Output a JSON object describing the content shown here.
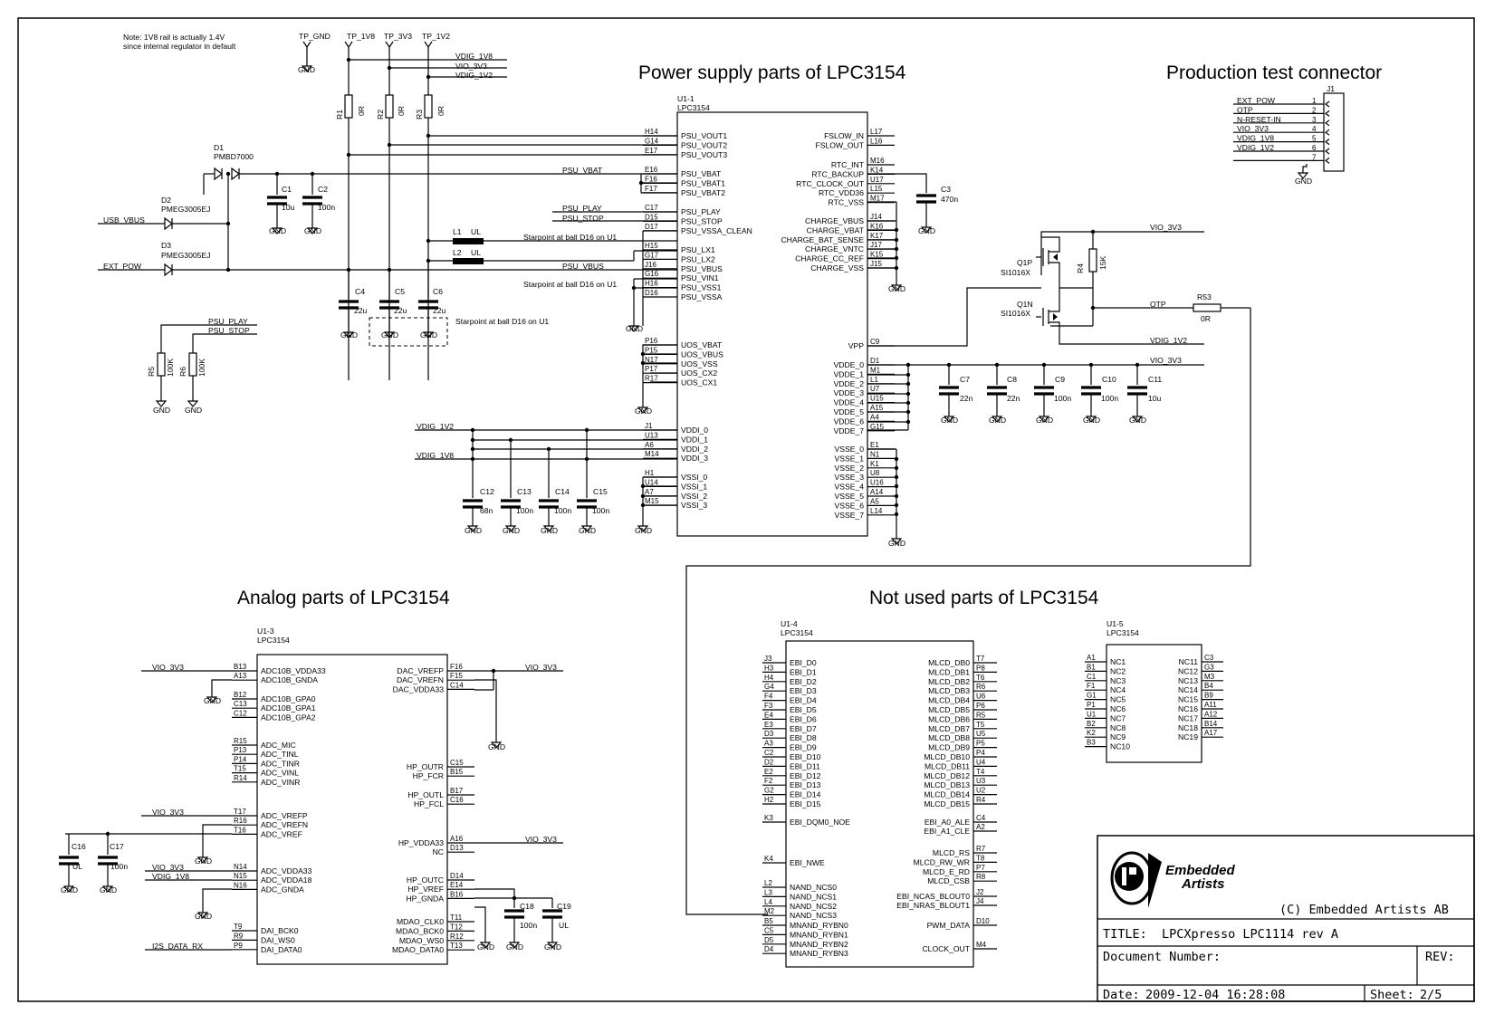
{
  "sheet": {
    "note_lines": [
      "Note: 1V8 rail is actually 1.4V",
      "since internal regulator in default"
    ],
    "starpoint": "Starpoint at ball D16 on U1"
  },
  "sections": {
    "power": "Power supply parts of LPC3154",
    "production": "Production test connector",
    "analog": "Analog parts of LPC3154",
    "unused": "Not used parts of LPC3154"
  },
  "u1_1": {
    "ref": "U1-1",
    "part": "LPC3154",
    "left_pins": [
      [
        "H14",
        "PSU_VOUT1"
      ],
      [
        "G14",
        "PSU_VOUT2"
      ],
      [
        "E17",
        "PSU_VOUT3"
      ],
      [
        "E16",
        "PSU_VBAT"
      ],
      [
        "F16",
        "PSU_VBAT1"
      ],
      [
        "F17",
        "PSU_VBAT2"
      ],
      [
        "C17",
        "PSU_PLAY"
      ],
      [
        "D15",
        "PSU_STOP"
      ],
      [
        "D17",
        "PSU_VSSA_CLEAN"
      ],
      [
        "H15",
        "PSU_LX1"
      ],
      [
        "G17",
        "PSU_LX2"
      ],
      [
        "J16",
        "PSU_VBUS"
      ],
      [
        "G16",
        "PSU_VIN1"
      ],
      [
        "H16",
        "PSU_VSS1"
      ],
      [
        "D16",
        "PSU_VSSA"
      ],
      [
        "P16",
        "UOS_VBAT"
      ],
      [
        "P15",
        "UOS_VBUS"
      ],
      [
        "N17",
        "UOS_VSS"
      ],
      [
        "P17",
        "UOS_CX2"
      ],
      [
        "R17",
        "UOS_CX1"
      ],
      [
        "J1",
        "VDDI_0"
      ],
      [
        "U13",
        "VDDI_1"
      ],
      [
        "A6",
        "VDDI_2"
      ],
      [
        "M14",
        "VDDI_3"
      ],
      [
        "H1",
        "VSSI_0"
      ],
      [
        "U14",
        "VSSI_1"
      ],
      [
        "A7",
        "VSSI_2"
      ],
      [
        "M15",
        "VSSI_3"
      ]
    ],
    "right_pins": [
      [
        "L17",
        "FSLOW_IN"
      ],
      [
        "L16",
        "FSLOW_OUT"
      ],
      [
        "M16",
        "RTC_INT"
      ],
      [
        "K14",
        "RTC_BACKUP"
      ],
      [
        "U17",
        "RTC_CLOCK_OUT"
      ],
      [
        "L15",
        "RTC_VDD36"
      ],
      [
        "M17",
        "RTC_VSS"
      ],
      [
        "J14",
        "CHARGE_VBUS"
      ],
      [
        "K16",
        "CHARGE_VBAT"
      ],
      [
        "K17",
        "CHARGE_BAT_SENSE"
      ],
      [
        "J17",
        "CHARGE_VNTC"
      ],
      [
        "K15",
        "CHARGE_CC_REF"
      ],
      [
        "J15",
        "CHARGE_VSS"
      ],
      [
        "C9",
        "VPP"
      ],
      [
        "D1",
        "VDDE_0"
      ],
      [
        "M1",
        "VDDE_1"
      ],
      [
        "L1",
        "VDDE_2"
      ],
      [
        "U7",
        "VDDE_3"
      ],
      [
        "U15",
        "VDDE_4"
      ],
      [
        "A15",
        "VDDE_5"
      ],
      [
        "A4",
        "VDDE_6"
      ],
      [
        "G15",
        "VDDE_7"
      ],
      [
        "E1",
        "VSSE_0"
      ],
      [
        "N1",
        "VSSE_1"
      ],
      [
        "K1",
        "VSSE_2"
      ],
      [
        "U8",
        "VSSE_3"
      ],
      [
        "U16",
        "VSSE_4"
      ],
      [
        "A14",
        "VSSE_5"
      ],
      [
        "A5",
        "VSSE_6"
      ],
      [
        "L14",
        "VSSE_7"
      ]
    ]
  },
  "u1_3": {
    "ref": "U1-3",
    "part": "LPC3154",
    "left_pins": [
      [
        "B13",
        "ADC10B_VDDA33"
      ],
      [
        "A13",
        "ADC10B_GNDA"
      ],
      [
        "B12",
        "ADC10B_GPA0"
      ],
      [
        "C13",
        "ADC10B_GPA1"
      ],
      [
        "C12",
        "ADC10B_GPA2"
      ],
      [
        "R15",
        "ADC_MIC"
      ],
      [
        "P13",
        "ADC_TINL"
      ],
      [
        "P14",
        "ADC_TINR"
      ],
      [
        "T15",
        "ADC_VINL"
      ],
      [
        "R14",
        "ADC_VINR"
      ],
      [
        "T17",
        "ADC_VREFP"
      ],
      [
        "R16",
        "ADC_VREFN"
      ],
      [
        "T16",
        "ADC_VREF"
      ],
      [
        "N14",
        "ADC_VDDA33"
      ],
      [
        "N15",
        "ADC_VDDA18"
      ],
      [
        "N16",
        "ADC_GNDA"
      ],
      [
        "T9",
        "DAI_BCK0"
      ],
      [
        "R9",
        "DAI_WS0"
      ],
      [
        "P9",
        "DAI_DATA0"
      ]
    ],
    "right_pins": [
      [
        "F16",
        "DAC_VREFP"
      ],
      [
        "F15",
        "DAC_VREFN"
      ],
      [
        "C14",
        "DAC_VDDA33"
      ],
      [
        "C15",
        "HP_OUTR"
      ],
      [
        "B15",
        "HP_FCR"
      ],
      [
        "B17",
        "HP_OUTL"
      ],
      [
        "C16",
        "HP_FCL"
      ],
      [
        "A16",
        "HP_VDDA33"
      ],
      [
        "D13",
        "NC"
      ],
      [
        "D14",
        "HP_OUTC"
      ],
      [
        "E14",
        "HP_VREF"
      ],
      [
        "B16",
        "HP_GNDA"
      ],
      [
        "T11",
        "MDAO_CLK0"
      ],
      [
        "T12",
        "MDAO_BCK0"
      ],
      [
        "R12",
        "MDAO_WS0"
      ],
      [
        "T13",
        "MDAO_DATA0"
      ]
    ]
  },
  "u1_4": {
    "ref": "U1-4",
    "part": "LPC3154",
    "left_pins": [
      [
        "J3",
        "EBI_D0"
      ],
      [
        "H3",
        "EBI_D1"
      ],
      [
        "H4",
        "EBI_D2"
      ],
      [
        "G4",
        "EBI_D3"
      ],
      [
        "F4",
        "EBI_D4"
      ],
      [
        "F3",
        "EBI_D5"
      ],
      [
        "E4",
        "EBI_D6"
      ],
      [
        "E3",
        "EBI_D7"
      ],
      [
        "D3",
        "EBI_D8"
      ],
      [
        "A3",
        "EBI_D9"
      ],
      [
        "C2",
        "EBI_D10"
      ],
      [
        "D2",
        "EBI_D11"
      ],
      [
        "E2",
        "EBI_D12"
      ],
      [
        "F2",
        "EBI_D13"
      ],
      [
        "G2",
        "EBI_D14"
      ],
      [
        "H2",
        "EBI_D15"
      ],
      [
        "K3",
        "EBI_DQM0_NOE"
      ],
      [
        "K4",
        "EBI_NWE"
      ],
      [
        "L2",
        "NAND_NCS0"
      ],
      [
        "L3",
        "NAND_NCS1"
      ],
      [
        "L4",
        "NAND_NCS2"
      ],
      [
        "M2",
        "NAND_NCS3"
      ],
      [
        "B5",
        "MNAND_RYBN0"
      ],
      [
        "C5",
        "MNAND_RYBN1"
      ],
      [
        "D5",
        "MNAND_RYBN2"
      ],
      [
        "D4",
        "MNAND_RYBN3"
      ]
    ],
    "right_pins": [
      [
        "T7",
        "MLCD_DB0"
      ],
      [
        "P8",
        "MLCD_DB1"
      ],
      [
        "T6",
        "MLCD_DB2"
      ],
      [
        "R6",
        "MLCD_DB3"
      ],
      [
        "U6",
        "MLCD_DB4"
      ],
      [
        "P6",
        "MLCD_DB5"
      ],
      [
        "R5",
        "MLCD_DB6"
      ],
      [
        "T5",
        "MLCD_DB7"
      ],
      [
        "U5",
        "MLCD_DB8"
      ],
      [
        "P5",
        "MLCD_DB9"
      ],
      [
        "P4",
        "MLCD_DB10"
      ],
      [
        "U4",
        "MLCD_DB11"
      ],
      [
        "T4",
        "MLCD_DB12"
      ],
      [
        "U3",
        "MLCD_DB13"
      ],
      [
        "U2",
        "MLCD_DB14"
      ],
      [
        "R4",
        "MLCD_DB15"
      ],
      [
        "C4",
        "EBI_A0_ALE"
      ],
      [
        "A2",
        "EBI_A1_CLE"
      ],
      [
        "R7",
        "MLCD_RS"
      ],
      [
        "T8",
        "MLCD_RW_WR"
      ],
      [
        "P7",
        "MLCD_E_RD"
      ],
      [
        "R8",
        "MLCD_CSB"
      ],
      [
        "J2",
        "EBI_NCAS_BLOUT0"
      ],
      [
        "J4",
        "EBI_NRAS_BLOUT1"
      ],
      [
        "D10",
        "PWM_DATA"
      ],
      [
        "M4",
        "CLOCK_OUT"
      ]
    ]
  },
  "u1_5": {
    "ref": "U1-5",
    "part": "LPC3154",
    "left_pins": [
      [
        "A1",
        "NC1"
      ],
      [
        "B1",
        "NC2"
      ],
      [
        "C1",
        "NC3"
      ],
      [
        "F1",
        "NC4"
      ],
      [
        "G1",
        "NC5"
      ],
      [
        "P1",
        "NC6"
      ],
      [
        "U1",
        "NC7"
      ],
      [
        "B2",
        "NC8"
      ],
      [
        "K2",
        "NC9"
      ],
      [
        "B3",
        "NC10"
      ]
    ],
    "right_pins": [
      [
        "C3",
        "NC11"
      ],
      [
        "G3",
        "NC12"
      ],
      [
        "M3",
        "NC13"
      ],
      [
        "B4",
        "NC14"
      ],
      [
        "B9",
        "NC15"
      ],
      [
        "A11",
        "NC16"
      ],
      [
        "A12",
        "NC17"
      ],
      [
        "B14",
        "NC18"
      ],
      [
        "A17",
        "NC19"
      ]
    ]
  },
  "j1": {
    "ref": "J1",
    "signals": [
      "EXT_POW",
      "OTP",
      "N-RESET-IN",
      "VIO_3V3",
      "VDIG_1V8",
      "VDIG_1V2",
      ""
    ],
    "pins": [
      "1",
      "2",
      "3",
      "4",
      "5",
      "6",
      "7"
    ]
  },
  "nets": {
    "tp_gnd": "TP_GND",
    "tp_1v8": "TP_1V8",
    "tp_3v3": "TP_3V3",
    "tp_1v2": "TP_1V2",
    "vdig_1v8": "VDIG_1V8",
    "vio_3v3": "VIO_3V3",
    "vdig_1v2": "VDIG_1V2",
    "usb_vbus": "USB_VBUS",
    "ext_pow": "EXT_POW",
    "psu_vbat": "PSU_VBAT",
    "psu_play": "PSU_PLAY",
    "psu_stop": "PSU_STOP",
    "psu_vbus": "PSU_VBUS",
    "otp": "OTP",
    "i2s": "I2S_DATA_RX",
    "gnd": "GND"
  },
  "parts": {
    "r1": [
      "R1",
      "0R"
    ],
    "r2": [
      "R2",
      "0R"
    ],
    "r3": [
      "R3",
      "0R"
    ],
    "r4": [
      "R4",
      "15K"
    ],
    "r5": [
      "R5",
      "100K"
    ],
    "r6": [
      "R6",
      "100K"
    ],
    "r53": [
      "R53",
      "0R"
    ],
    "d1": [
      "D1",
      "PMBD7000"
    ],
    "d2": [
      "D2",
      "PMEG3005EJ"
    ],
    "d3": [
      "D3",
      "PMEG3005EJ"
    ],
    "l1": [
      "L1",
      "UL"
    ],
    "l2": [
      "L2",
      "UL"
    ],
    "q1p": [
      "Q1P",
      "SI1016X"
    ],
    "q1n": [
      "Q1N",
      "SI1016X"
    ],
    "c1": [
      "C1",
      "10u"
    ],
    "c2": [
      "C2",
      "100n"
    ],
    "c3": [
      "C3",
      "470n"
    ],
    "c4": [
      "C4",
      "22u"
    ],
    "c5": [
      "C5",
      "22u"
    ],
    "c6": [
      "C6",
      "22u"
    ],
    "c7": [
      "C7",
      "22n"
    ],
    "c8": [
      "C8",
      "22n"
    ],
    "c9": [
      "C9",
      "100n"
    ],
    "c10": [
      "C10",
      "100n"
    ],
    "c11": [
      "C11",
      "10u"
    ],
    "c12": [
      "C12",
      "68n"
    ],
    "c13": [
      "C13",
      "100n"
    ],
    "c14": [
      "C14",
      "100n"
    ],
    "c15": [
      "C15",
      "100n"
    ],
    "c16": [
      "C16",
      "UL"
    ],
    "c17": [
      "C17",
      "100n"
    ],
    "c18": [
      "C18",
      "100n"
    ],
    "c19": [
      "C19",
      "UL"
    ]
  },
  "title_block": {
    "logo_line1": "Embedded",
    "logo_line2": "Artists",
    "copyright": "(C) Embedded Artists AB",
    "title_label": "TITLE:",
    "title_value": "LPCXpresso LPC1114 rev A",
    "docnum_label": "Document Number:",
    "rev_label": "REV:",
    "date_label": "Date:",
    "date_value": "2009-12-04 16:28:08",
    "sheet_label": "Sheet:",
    "sheet_value": "2/5"
  }
}
